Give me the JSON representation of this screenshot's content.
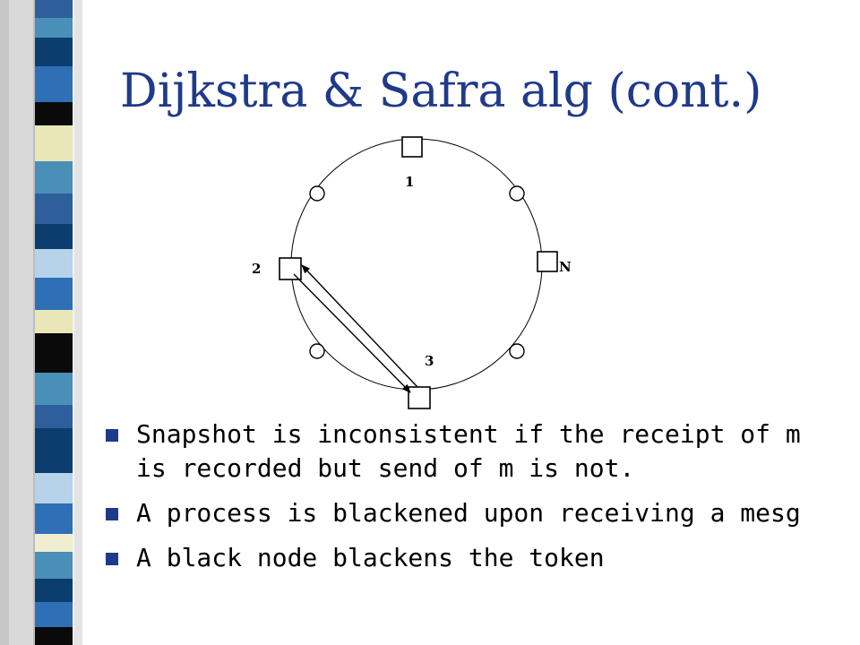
{
  "title": "Dijkstra & Safra alg (cont.)",
  "diagram": {
    "node_labels": {
      "top": "1",
      "left": "2",
      "right": "N",
      "bottom": "3"
    }
  },
  "bullets": [
    {
      "text": "Snapshot is inconsistent if the receipt of m is recorded but send of m is not."
    },
    {
      "text": "A process is blackened upon receiving a mesg"
    },
    {
      "text": "A black node blackens the token"
    }
  ],
  "colors": {
    "title": "#1f3a8a",
    "bullet_marker": "#1f3a8a",
    "stripes": [
      "#2e5f9c",
      "#0a0a0a",
      "#2f6fb6",
      "#e9e6b8",
      "#4a8fb8",
      "#0b3d6e",
      "#b6d3ea",
      "#d7d6a0",
      "#1f4e8a",
      "#f0eed0"
    ]
  }
}
